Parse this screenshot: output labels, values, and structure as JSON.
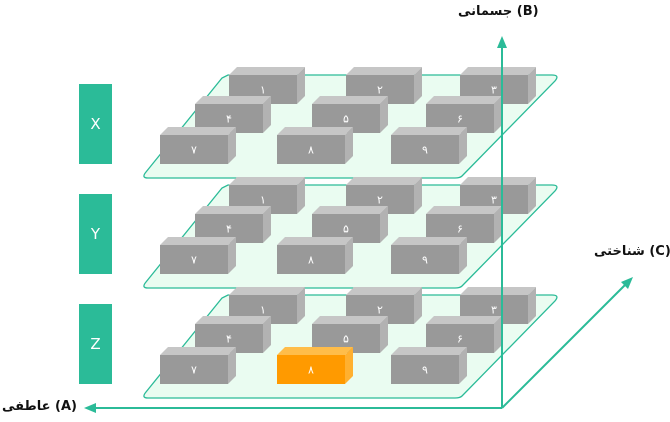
{
  "axes": {
    "vertical": "جسمانی (B)",
    "diagonal": "شناختی (C)",
    "horizontal": "عاطفی (A)"
  },
  "layers": [
    {
      "name": "X",
      "boxes": [
        "۱",
        "۲",
        "۳",
        "۴",
        "۵",
        "۶",
        "۷",
        "۸",
        "۹"
      ],
      "highlighted": null
    },
    {
      "name": "Y",
      "boxes": [
        "۱",
        "۲",
        "۳",
        "۴",
        "۵",
        "۶",
        "۷",
        "۸",
        "۹"
      ],
      "highlighted": null
    },
    {
      "name": "Z",
      "boxes": [
        "۱",
        "۲",
        "۳",
        "۴",
        "۵",
        "۶",
        "۷",
        "۸",
        "۹"
      ],
      "highlighted": 7
    }
  ],
  "colors": {
    "accent": "#2bbb98",
    "plane_fill": "#eafcf1",
    "box_front": "#999999",
    "box_top": "#c6c6c6",
    "box_side": "#b2b2b2",
    "highlight_front": "#ff9a00",
    "highlight_top": "#ffbd4a",
    "highlight_side": "#ffb030"
  }
}
